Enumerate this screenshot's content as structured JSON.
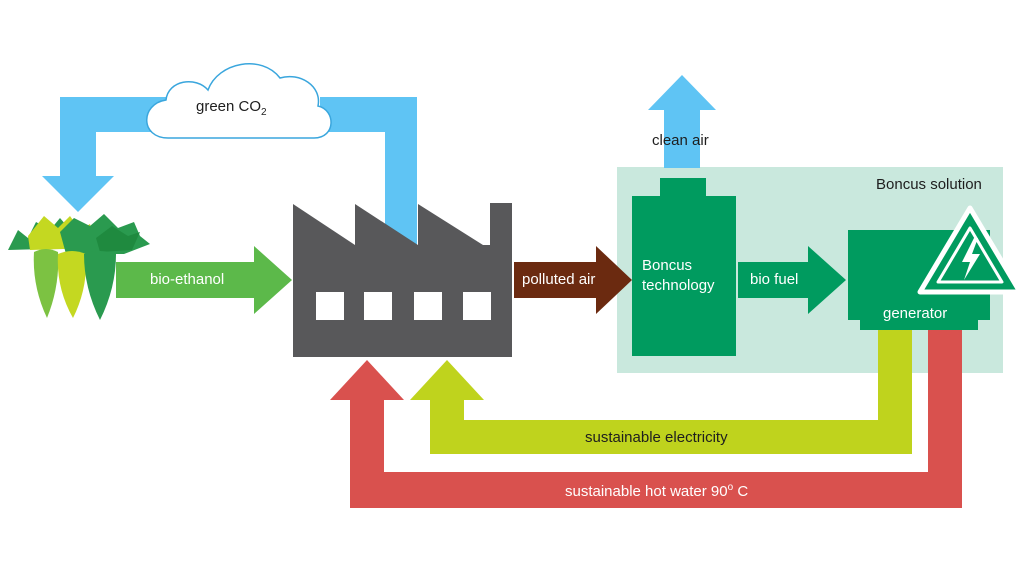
{
  "colors": {
    "sky_blue": "#5fc4f4",
    "factory_gray": "#58585a",
    "bio_green": "#5cb94a",
    "polluted_brown": "#6b2a10",
    "boncus_green": "#009b5f",
    "solution_bg": "#c9e8dd",
    "electricity_yellow": "#bfd31d",
    "hot_water_red": "#d9514e",
    "beet_yellow": "#c4d821",
    "beet_light": "#7cc242",
    "beet_green": "#2a9a4f",
    "leaf_dark": "#1f8a3f"
  },
  "diagram": {
    "cloud_label": "green CO",
    "cloud_label_subscript": "2",
    "bio_ethanol_label": "bio-ethanol",
    "polluted_air_label": "polluted air",
    "clean_air_label": "clean air",
    "solution_title": "Boncus solution",
    "boncus_tech_line1": "Boncus",
    "boncus_tech_line2": "technology",
    "bio_fuel_label": "bio fuel",
    "generator_label": "generator",
    "electricity_label": "sustainable electricity",
    "hot_water_label_prefix": "sustainable hot water 90",
    "hot_water_label_super": "o",
    "hot_water_label_suffix": " C"
  },
  "icons": {
    "sugar_beets": "sugar-beet-icon",
    "factory": "factory-icon",
    "cloud": "cloud-icon",
    "hazard": "high-voltage-warning-icon"
  }
}
